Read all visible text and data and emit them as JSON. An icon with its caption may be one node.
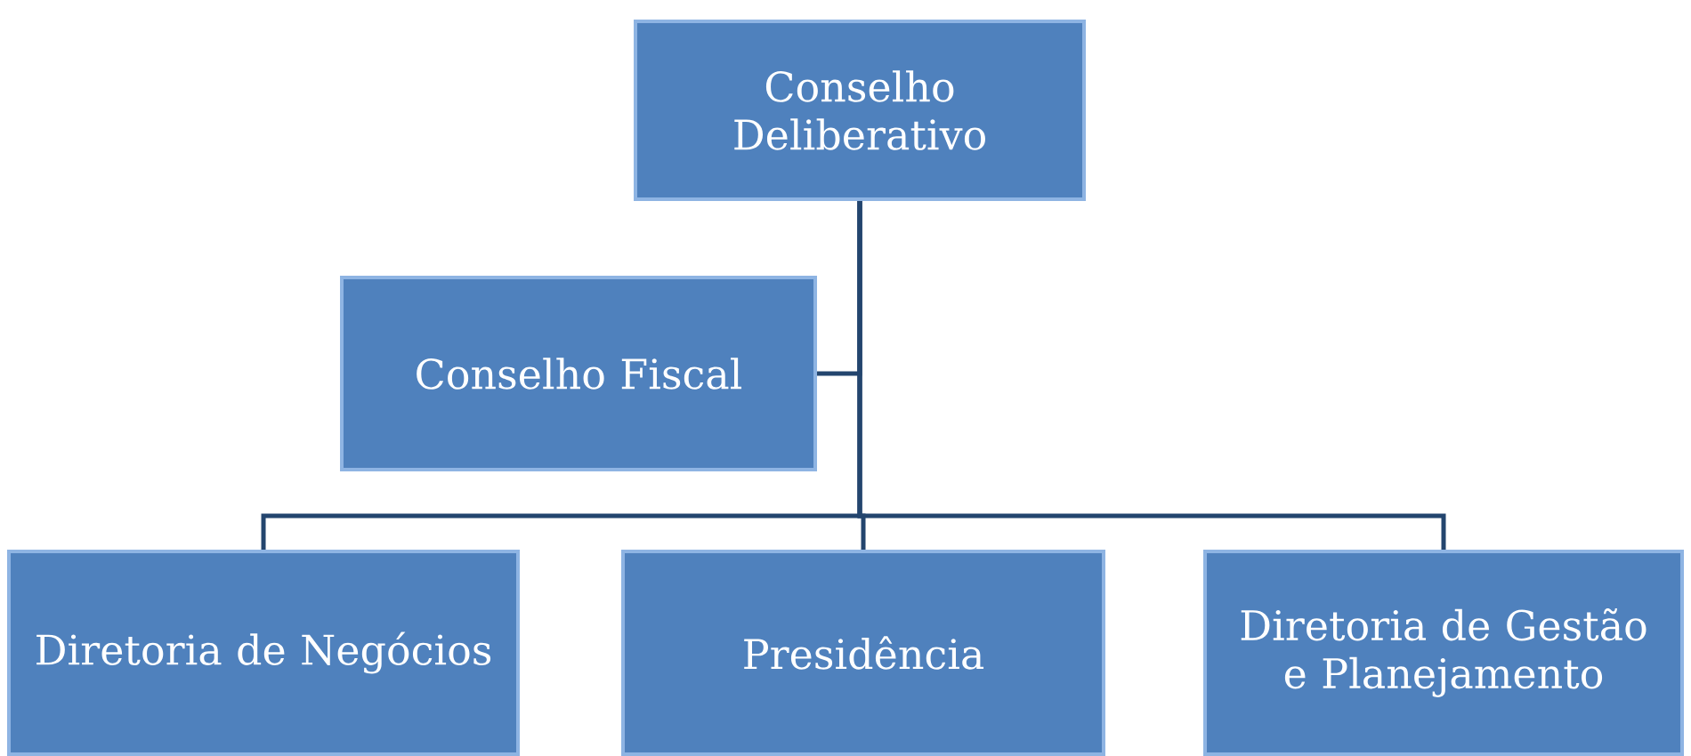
{
  "diagram": {
    "nodes": [
      {
        "text": [
          "Conselho Deliberativo"
        ]
      },
      {
        "text": [
          "Conselho Fiscal"
        ]
      },
      {
        "text": [
          "Diretoria de Negócios"
        ]
      },
      {
        "text": [
          "Presidência"
        ]
      },
      {
        "text": [
          "Diretoria de Gestão e Planejamento"
        ]
      }
    ],
    "edges": [
      {
        "from": 0,
        "to": 1,
        "arrow": "none"
      },
      {
        "from": 0,
        "to": 2,
        "arrow": "none"
      },
      {
        "from": 0,
        "to": 3,
        "arrow": "none"
      },
      {
        "from": 0,
        "to": 4,
        "arrow": "none"
      }
    ]
  }
}
